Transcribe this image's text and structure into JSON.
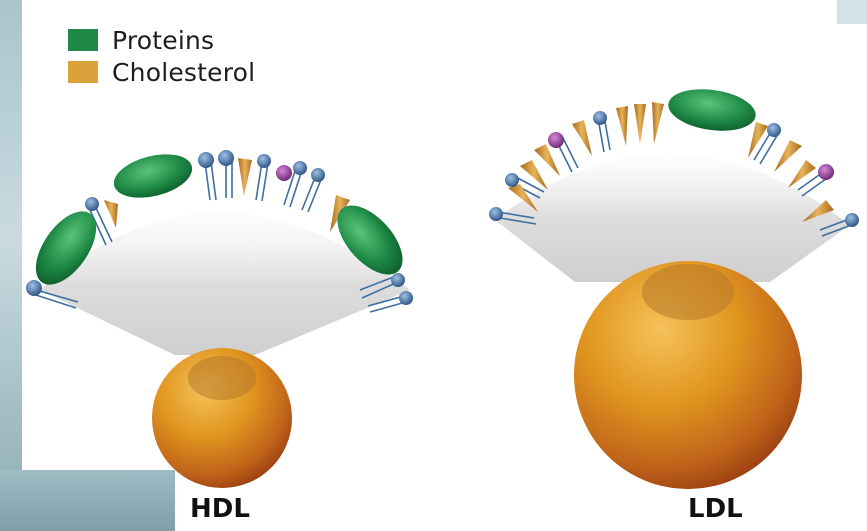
{
  "legend": {
    "items": [
      {
        "label": "Proteins",
        "color": "#1e8a46"
      },
      {
        "label": "Cholesterol",
        "color": "#d9a23a"
      }
    ]
  },
  "particles": {
    "hdl": {
      "label": "HDL"
    },
    "ldl": {
      "label": "LDL"
    }
  },
  "colors": {
    "protein": "#1e8a46",
    "cholesterol": "#d9a23a",
    "phospholipid_head": "#3d6fa0",
    "special_head": "#8a3b8f",
    "core": "#d88a1e"
  }
}
